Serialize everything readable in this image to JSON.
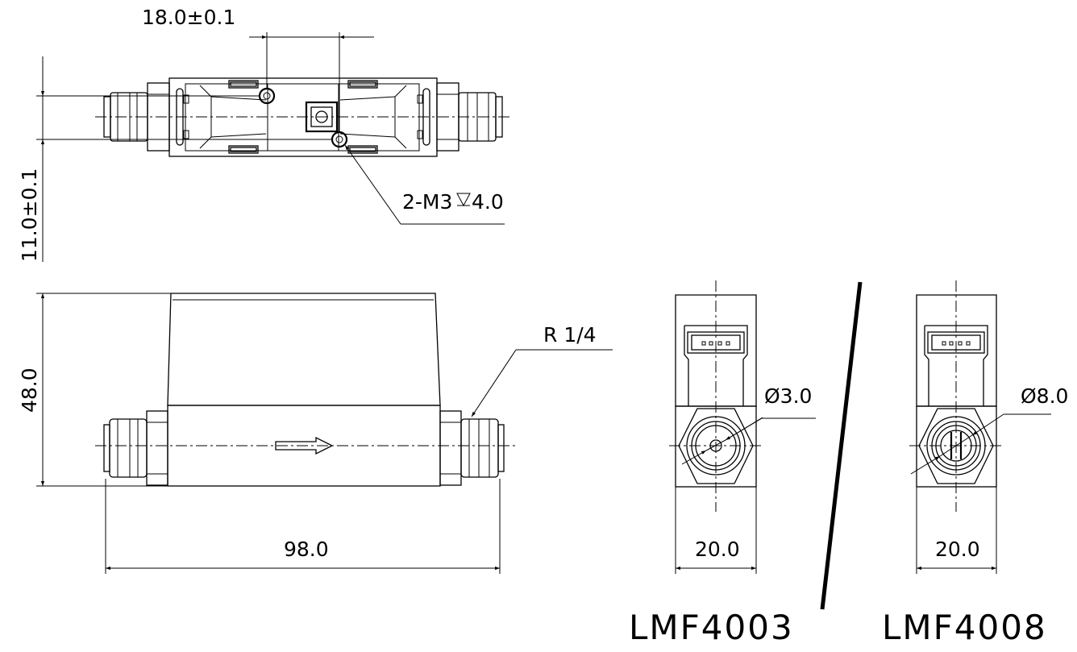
{
  "dimensions": {
    "mount_spacing": "18.0±0.1",
    "mount_offset": "11.0±0.1",
    "mount_holes": "2-M3",
    "hole_depth": "4.0",
    "height": "48.0",
    "thread": "R 1/4",
    "length": "98.0",
    "bore_lmf4003": "Ø3.0",
    "bore_lmf4008": "Ø8.0",
    "width_lmf4003": "20.0",
    "width_lmf4008": "20.0"
  },
  "models": {
    "left": "LMF4003",
    "right": "LMF4008"
  },
  "icons": {
    "depth_symbol": "countersink-depth-icon",
    "flow_direction": "flow-arrow-icon"
  },
  "colors": {
    "line": "#000000",
    "background": "#ffffff"
  }
}
